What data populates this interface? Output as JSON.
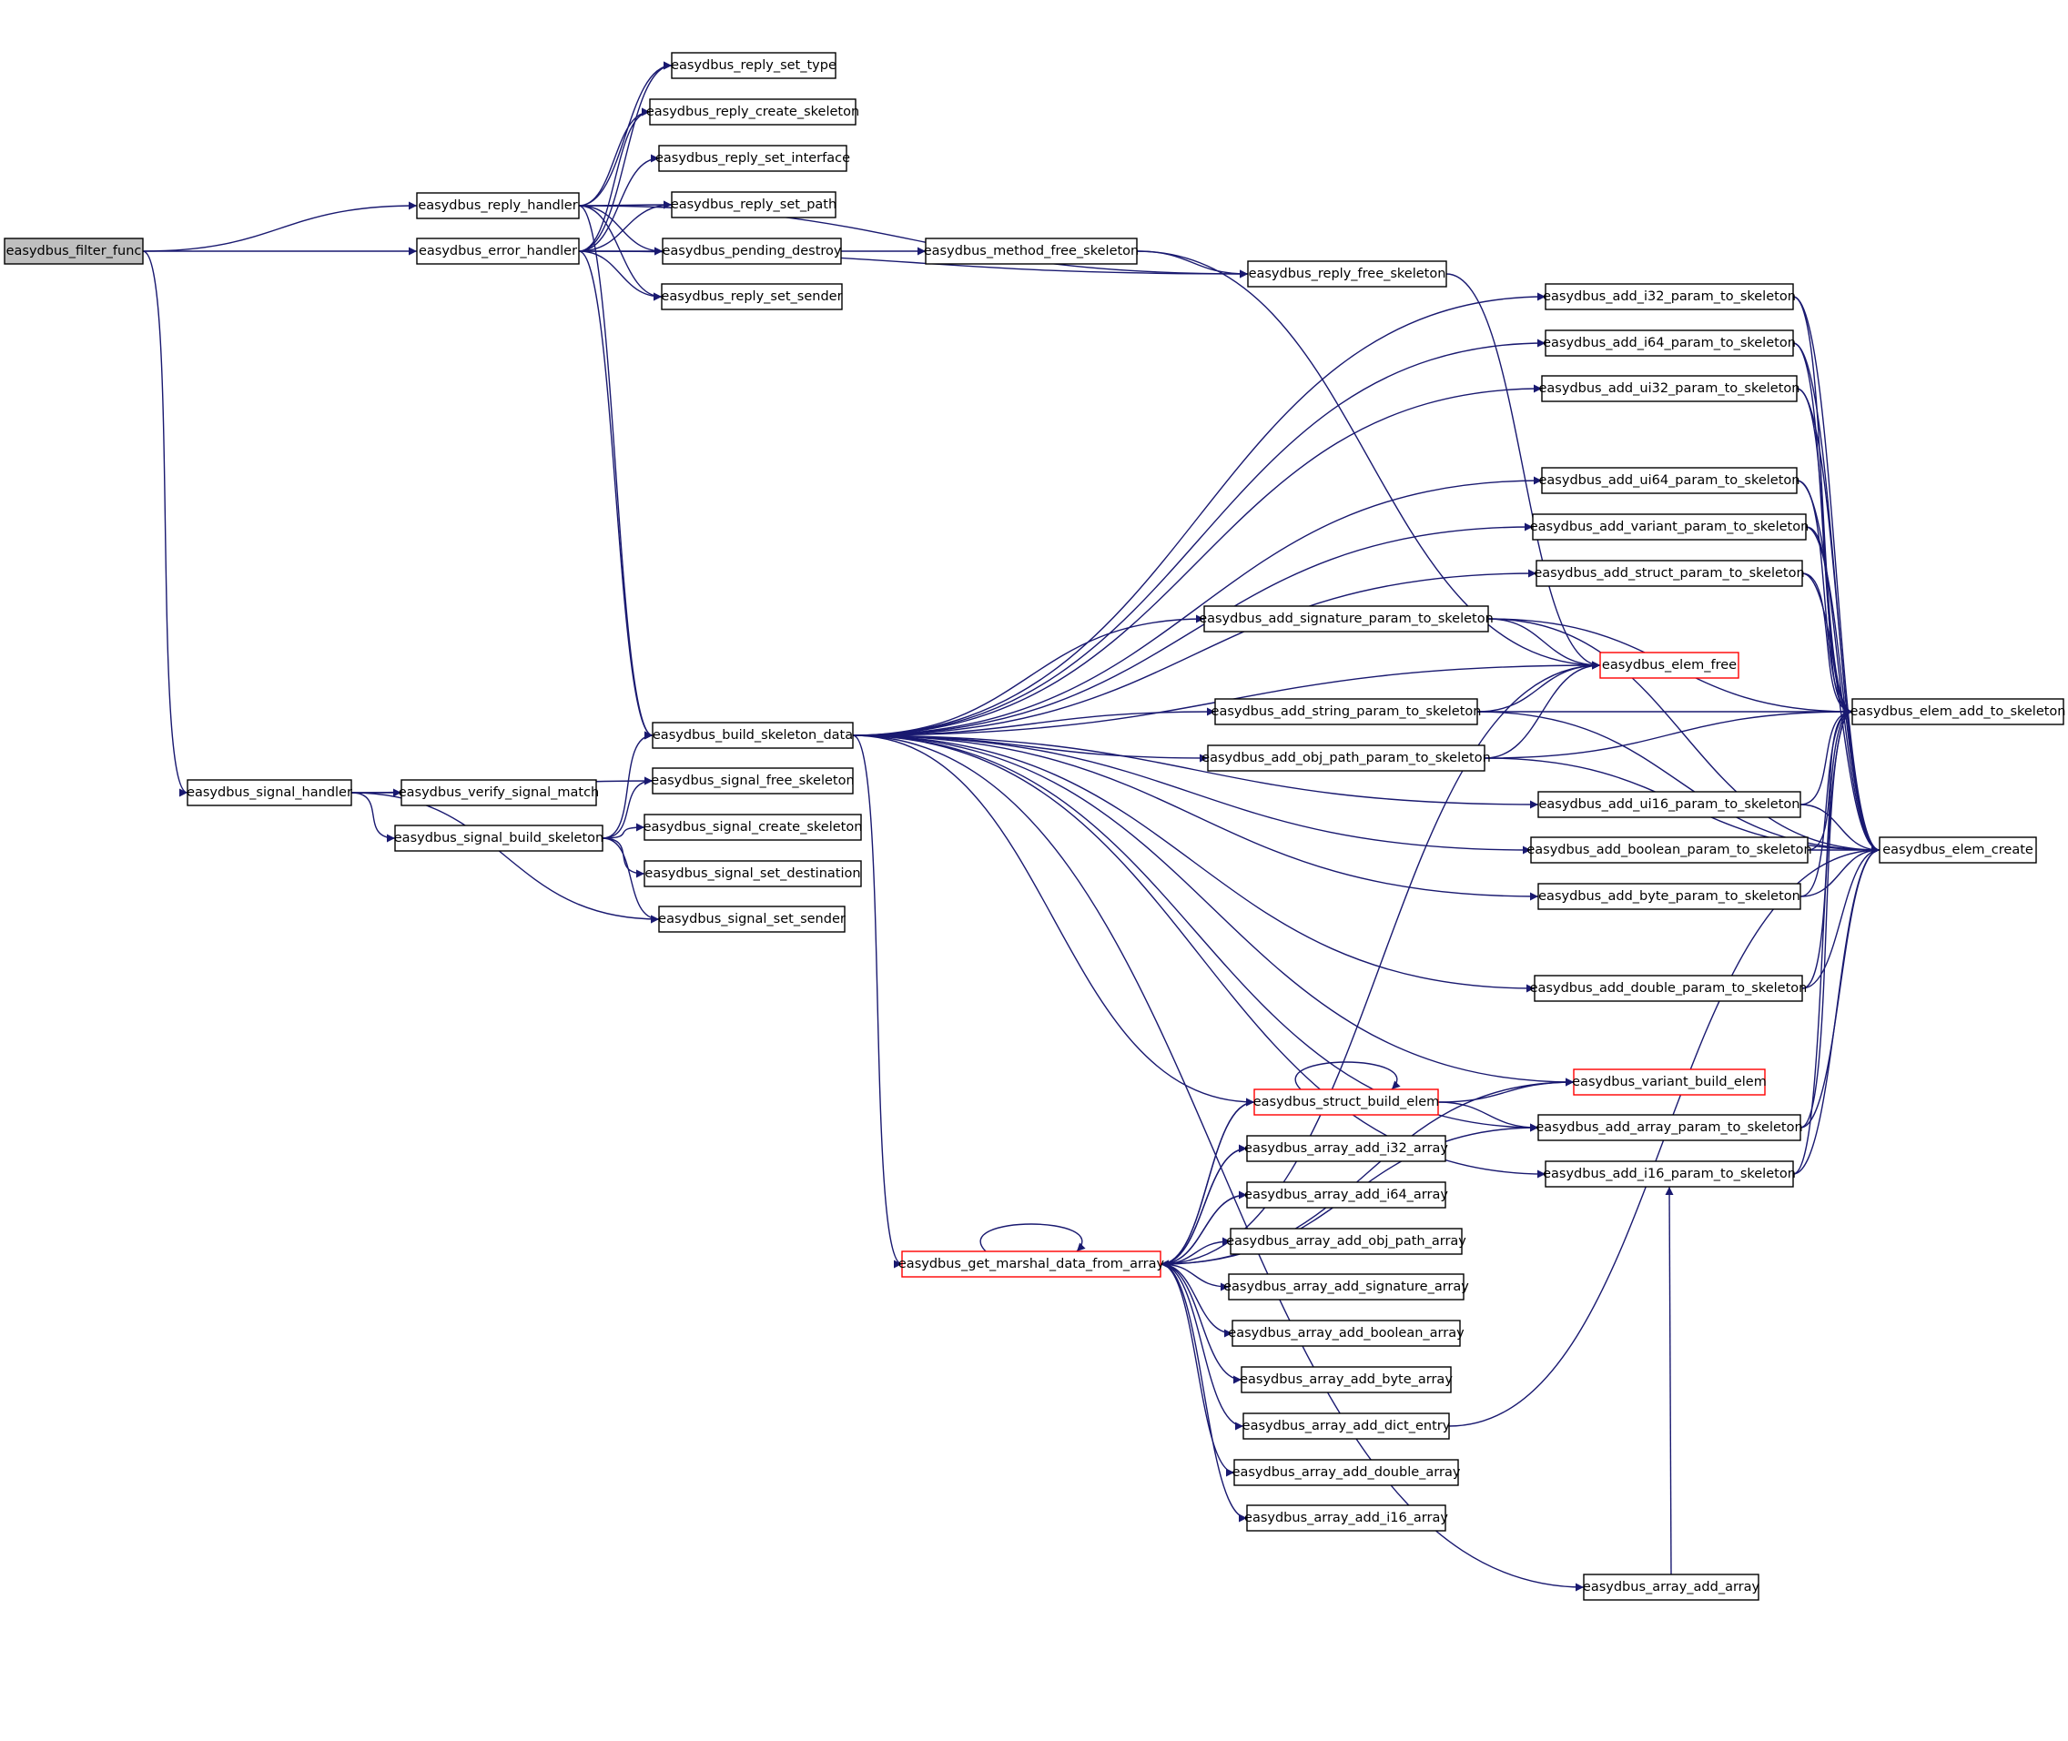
{
  "colors": {
    "edge": "#191970",
    "node_border": "#000000",
    "node_border_highlight": "#ff0000",
    "root_fill": "#bfbfbf",
    "node_fill": "#ffffff"
  },
  "nodes": [
    {
      "id": "filter_func",
      "label": "easydbus_filter_func",
      "style": "root"
    },
    {
      "id": "reply_handler",
      "label": "easydbus_reply_handler",
      "style": "normal"
    },
    {
      "id": "error_handler",
      "label": "easydbus_error_handler",
      "style": "normal"
    },
    {
      "id": "signal_handler",
      "label": "easydbus_signal_handler",
      "style": "normal"
    },
    {
      "id": "reply_set_type",
      "label": "easydbus_reply_set_type",
      "style": "normal"
    },
    {
      "id": "reply_create_skeleton",
      "label": "easydbus_reply_create_skeleton",
      "style": "normal"
    },
    {
      "id": "reply_set_interface",
      "label": "easydbus_reply_set_interface",
      "style": "normal"
    },
    {
      "id": "reply_set_path",
      "label": "easydbus_reply_set_path",
      "style": "normal"
    },
    {
      "id": "pending_destroy",
      "label": "easydbus_pending_destroy",
      "style": "normal"
    },
    {
      "id": "reply_set_sender",
      "label": "easydbus_reply_set_sender",
      "style": "normal"
    },
    {
      "id": "method_free_skeleton",
      "label": "easydbus_method_free_skeleton",
      "style": "normal"
    },
    {
      "id": "reply_free_skeleton",
      "label": "easydbus_reply_free_skeleton",
      "style": "normal"
    },
    {
      "id": "build_skeleton_data",
      "label": "easydbus_build_skeleton_data",
      "style": "normal"
    },
    {
      "id": "signal_free_skeleton",
      "label": "easydbus_signal_free_skeleton",
      "style": "normal"
    },
    {
      "id": "verify_signal_match",
      "label": "easydbus_verify_signal_match",
      "style": "normal"
    },
    {
      "id": "signal_build_skeleton",
      "label": "easydbus_signal_build_skeleton",
      "style": "normal"
    },
    {
      "id": "signal_create_skeleton",
      "label": "easydbus_signal_create_skeleton",
      "style": "normal"
    },
    {
      "id": "signal_set_destination",
      "label": "easydbus_signal_set_destination",
      "style": "normal"
    },
    {
      "id": "signal_set_sender",
      "label": "easydbus_signal_set_sender",
      "style": "normal"
    },
    {
      "id": "add_i32",
      "label": "easydbus_add_i32_param_to_skeleton",
      "style": "normal"
    },
    {
      "id": "add_i64",
      "label": "easydbus_add_i64_param_to_skeleton",
      "style": "normal"
    },
    {
      "id": "add_ui32",
      "label": "easydbus_add_ui32_param_to_skeleton",
      "style": "normal"
    },
    {
      "id": "add_ui64",
      "label": "easydbus_add_ui64_param_to_skeleton",
      "style": "normal"
    },
    {
      "id": "add_variant",
      "label": "easydbus_add_variant_param_to_skeleton",
      "style": "normal"
    },
    {
      "id": "add_struct",
      "label": "easydbus_add_struct_param_to_skeleton",
      "style": "normal"
    },
    {
      "id": "add_signature",
      "label": "easydbus_add_signature_param_to_skeleton",
      "style": "normal"
    },
    {
      "id": "elem_free",
      "label": "easydbus_elem_free",
      "style": "highlight"
    },
    {
      "id": "add_string",
      "label": "easydbus_add_string_param_to_skeleton",
      "style": "normal"
    },
    {
      "id": "elem_add_to_skeleton",
      "label": "easydbus_elem_add_to_skeleton",
      "style": "normal"
    },
    {
      "id": "add_obj_path",
      "label": "easydbus_add_obj_path_param_to_skeleton",
      "style": "normal"
    },
    {
      "id": "add_ui16",
      "label": "easydbus_add_ui16_param_to_skeleton",
      "style": "normal"
    },
    {
      "id": "add_boolean",
      "label": "easydbus_add_boolean_param_to_skeleton",
      "style": "normal"
    },
    {
      "id": "elem_create",
      "label": "easydbus_elem_create",
      "style": "normal"
    },
    {
      "id": "add_byte",
      "label": "easydbus_add_byte_param_to_skeleton",
      "style": "normal"
    },
    {
      "id": "add_double",
      "label": "easydbus_add_double_param_to_skeleton",
      "style": "normal"
    },
    {
      "id": "variant_build_elem",
      "label": "easydbus_variant_build_elem",
      "style": "highlight"
    },
    {
      "id": "struct_build_elem",
      "label": "easydbus_struct_build_elem",
      "style": "highlight"
    },
    {
      "id": "add_array",
      "label": "easydbus_add_array_param_to_skeleton",
      "style": "normal"
    },
    {
      "id": "add_i16",
      "label": "easydbus_add_i16_param_to_skeleton",
      "style": "normal"
    },
    {
      "id": "arr_i32",
      "label": "easydbus_array_add_i32_array",
      "style": "normal"
    },
    {
      "id": "arr_i64",
      "label": "easydbus_array_add_i64_array",
      "style": "normal"
    },
    {
      "id": "get_marshal",
      "label": "easydbus_get_marshal_data_from_array",
      "style": "highlight"
    },
    {
      "id": "arr_obj_path",
      "label": "easydbus_array_add_obj_path_array",
      "style": "normal"
    },
    {
      "id": "arr_signature",
      "label": "easydbus_array_add_signature_array",
      "style": "normal"
    },
    {
      "id": "arr_boolean",
      "label": "easydbus_array_add_boolean_array",
      "style": "normal"
    },
    {
      "id": "arr_byte",
      "label": "easydbus_array_add_byte_array",
      "style": "normal"
    },
    {
      "id": "arr_dict_entry",
      "label": "easydbus_array_add_dict_entry",
      "style": "normal"
    },
    {
      "id": "arr_double",
      "label": "easydbus_array_add_double_array",
      "style": "normal"
    },
    {
      "id": "arr_i16",
      "label": "easydbus_array_add_i16_array",
      "style": "normal"
    },
    {
      "id": "arr_array",
      "label": "easydbus_array_add_array",
      "style": "normal"
    }
  ],
  "edges": [
    [
      "filter_func",
      "reply_handler"
    ],
    [
      "filter_func",
      "error_handler"
    ],
    [
      "filter_func",
      "signal_handler"
    ],
    [
      "reply_handler",
      "reply_set_type"
    ],
    [
      "reply_handler",
      "reply_create_skeleton"
    ],
    [
      "reply_handler",
      "reply_set_path"
    ],
    [
      "reply_handler",
      "pending_destroy"
    ],
    [
      "reply_handler",
      "reply_set_sender"
    ],
    [
      "reply_handler",
      "reply_free_skeleton"
    ],
    [
      "reply_handler",
      "build_skeleton_data"
    ],
    [
      "error_handler",
      "reply_set_type"
    ],
    [
      "error_handler",
      "reply_create_skeleton"
    ],
    [
      "error_handler",
      "reply_set_interface"
    ],
    [
      "error_handler",
      "reply_set_path"
    ],
    [
      "error_handler",
      "pending_destroy"
    ],
    [
      "error_handler",
      "reply_set_sender"
    ],
    [
      "error_handler",
      "reply_free_skeleton"
    ],
    [
      "error_handler",
      "build_skeleton_data"
    ],
    [
      "pending_destroy",
      "method_free_skeleton"
    ],
    [
      "method_free_skeleton",
      "reply_free_skeleton"
    ],
    [
      "method_free_skeleton",
      "elem_free"
    ],
    [
      "reply_free_skeleton",
      "elem_free"
    ],
    [
      "signal_handler",
      "verify_signal_match"
    ],
    [
      "signal_handler",
      "signal_build_skeleton"
    ],
    [
      "signal_handler",
      "signal_free_skeleton"
    ],
    [
      "signal_handler",
      "signal_set_sender"
    ],
    [
      "signal_build_skeleton",
      "build_skeleton_data"
    ],
    [
      "signal_build_skeleton",
      "signal_free_skeleton"
    ],
    [
      "signal_build_skeleton",
      "signal_create_skeleton"
    ],
    [
      "signal_build_skeleton",
      "signal_set_destination"
    ],
    [
      "signal_build_skeleton",
      "signal_set_sender"
    ],
    [
      "build_skeleton_data",
      "add_i32"
    ],
    [
      "build_skeleton_data",
      "add_i64"
    ],
    [
      "build_skeleton_data",
      "add_ui32"
    ],
    [
      "build_skeleton_data",
      "add_ui64"
    ],
    [
      "build_skeleton_data",
      "add_variant"
    ],
    [
      "build_skeleton_data",
      "add_struct"
    ],
    [
      "build_skeleton_data",
      "add_signature"
    ],
    [
      "build_skeleton_data",
      "add_string"
    ],
    [
      "build_skeleton_data",
      "add_obj_path"
    ],
    [
      "build_skeleton_data",
      "add_ui16"
    ],
    [
      "build_skeleton_data",
      "add_boolean"
    ],
    [
      "build_skeleton_data",
      "add_byte"
    ],
    [
      "build_skeleton_data",
      "add_double"
    ],
    [
      "build_skeleton_data",
      "variant_build_elem"
    ],
    [
      "build_skeleton_data",
      "struct_build_elem"
    ],
    [
      "build_skeleton_data",
      "get_marshal"
    ],
    [
      "build_skeleton_data",
      "add_array"
    ],
    [
      "build_skeleton_data",
      "add_i16"
    ],
    [
      "build_skeleton_data",
      "arr_array"
    ],
    [
      "build_skeleton_data",
      "elem_free"
    ],
    [
      "add_i32",
      "elem_add_to_skeleton"
    ],
    [
      "add_i32",
      "elem_create"
    ],
    [
      "add_i64",
      "elem_add_to_skeleton"
    ],
    [
      "add_i64",
      "elem_create"
    ],
    [
      "add_ui32",
      "elem_add_to_skeleton"
    ],
    [
      "add_ui32",
      "elem_create"
    ],
    [
      "add_ui64",
      "elem_add_to_skeleton"
    ],
    [
      "add_ui64",
      "elem_create"
    ],
    [
      "add_variant",
      "elem_add_to_skeleton"
    ],
    [
      "add_variant",
      "elem_create"
    ],
    [
      "add_struct",
      "elem_add_to_skeleton"
    ],
    [
      "add_struct",
      "elem_create"
    ],
    [
      "add_signature",
      "elem_free"
    ],
    [
      "add_signature",
      "elem_add_to_skeleton"
    ],
    [
      "add_signature",
      "elem_create"
    ],
    [
      "add_string",
      "elem_free"
    ],
    [
      "add_string",
      "elem_add_to_skeleton"
    ],
    [
      "add_string",
      "elem_create"
    ],
    [
      "add_obj_path",
      "elem_free"
    ],
    [
      "add_obj_path",
      "elem_add_to_skeleton"
    ],
    [
      "add_obj_path",
      "elem_create"
    ],
    [
      "add_ui16",
      "elem_add_to_skeleton"
    ],
    [
      "add_ui16",
      "elem_create"
    ],
    [
      "add_boolean",
      "elem_add_to_skeleton"
    ],
    [
      "add_boolean",
      "elem_create"
    ],
    [
      "add_byte",
      "elem_add_to_skeleton"
    ],
    [
      "add_byte",
      "elem_create"
    ],
    [
      "add_double",
      "elem_add_to_skeleton"
    ],
    [
      "add_double",
      "elem_create"
    ],
    [
      "add_array",
      "elem_add_to_skeleton"
    ],
    [
      "add_array",
      "elem_create"
    ],
    [
      "add_i16",
      "elem_add_to_skeleton"
    ],
    [
      "add_i16",
      "elem_create"
    ],
    [
      "struct_build_elem",
      "struct_build_elem"
    ],
    [
      "struct_build_elem",
      "variant_build_elem"
    ],
    [
      "struct_build_elem",
      "add_array"
    ],
    [
      "struct_build_elem",
      "get_marshal"
    ],
    [
      "get_marshal",
      "get_marshal"
    ],
    [
      "get_marshal",
      "struct_build_elem"
    ],
    [
      "get_marshal",
      "variant_build_elem"
    ],
    [
      "get_marshal",
      "arr_i32"
    ],
    [
      "get_marshal",
      "arr_i64"
    ],
    [
      "get_marshal",
      "arr_obj_path"
    ],
    [
      "get_marshal",
      "arr_signature"
    ],
    [
      "get_marshal",
      "arr_boolean"
    ],
    [
      "get_marshal",
      "arr_byte"
    ],
    [
      "get_marshal",
      "arr_dict_entry"
    ],
    [
      "get_marshal",
      "arr_double"
    ],
    [
      "get_marshal",
      "arr_i16"
    ],
    [
      "get_marshal",
      "add_array"
    ],
    [
      "get_marshal",
      "elem_free"
    ],
    [
      "arr_i32",
      "get_marshal"
    ],
    [
      "arr_i64",
      "get_marshal"
    ],
    [
      "arr_dict_entry",
      "elem_create"
    ],
    [
      "arr_array",
      "add_i16"
    ]
  ]
}
